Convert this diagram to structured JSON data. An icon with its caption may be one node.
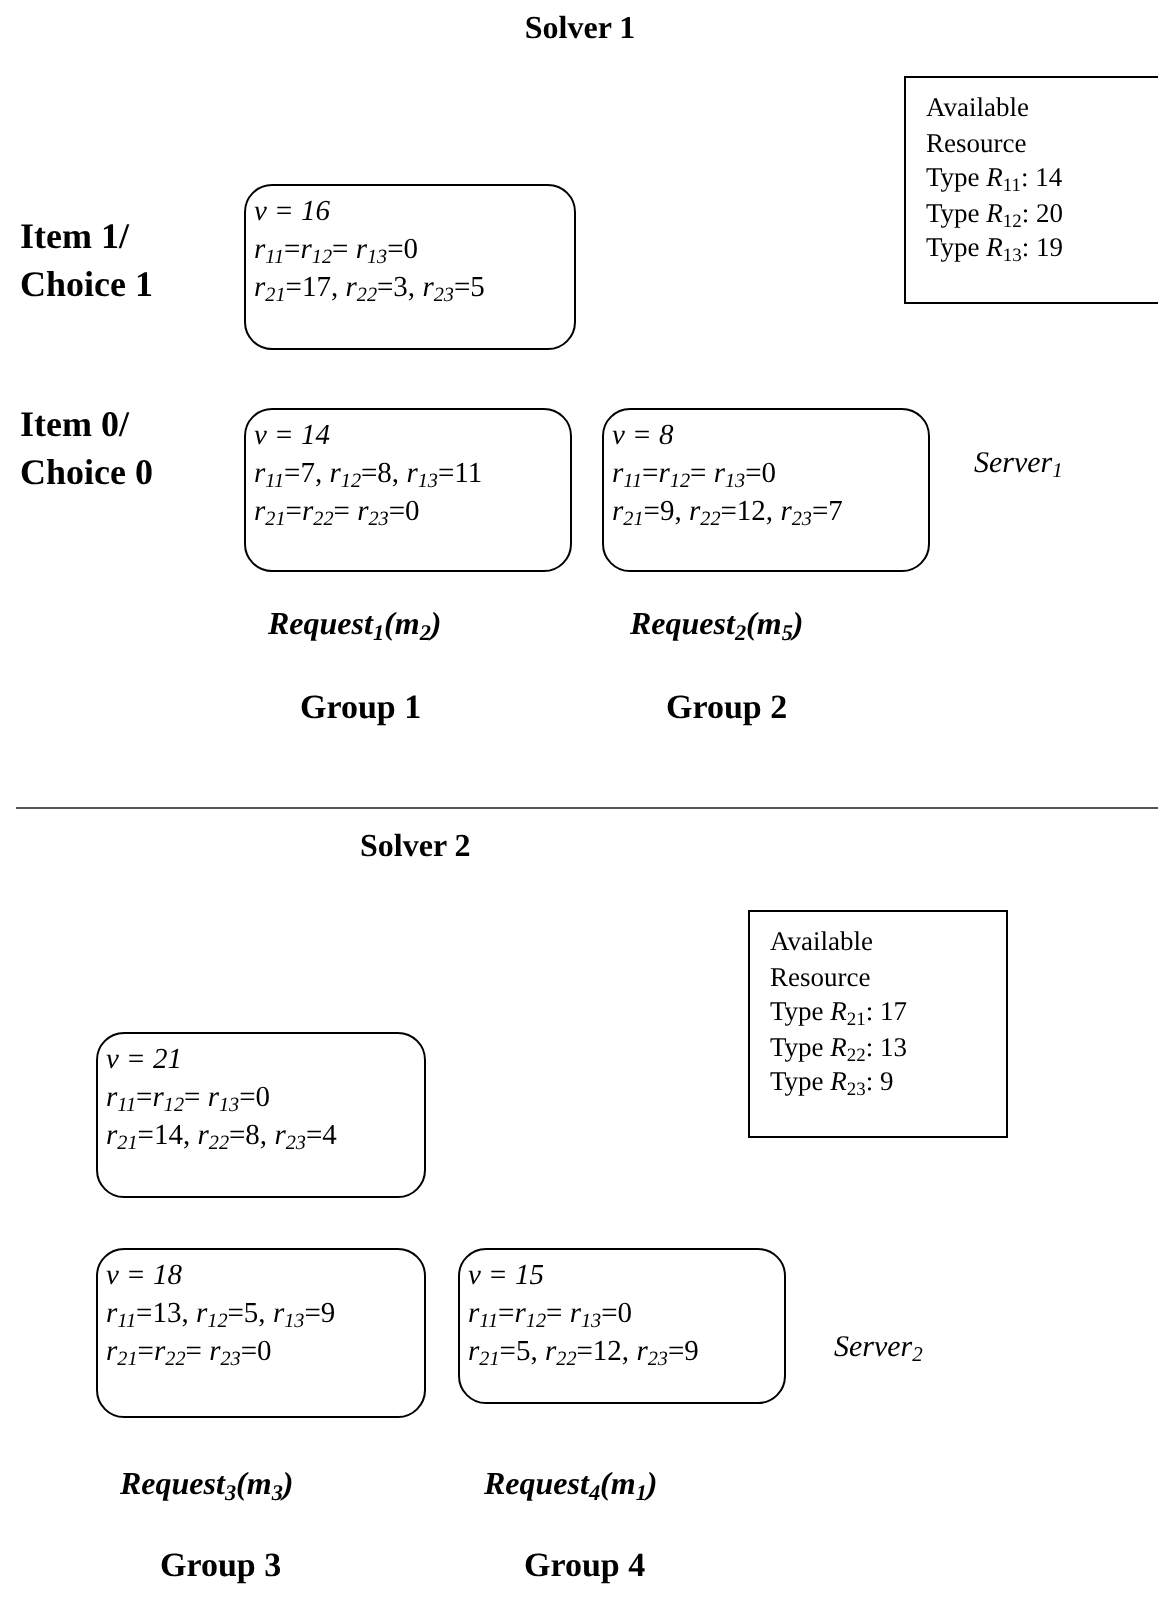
{
  "diagram": {
    "nodes": [
      {
        "text": [
          "Available Resource",
          "Type *R*$_{11}$: 14",
          "Type *R*$_{12}$: 20",
          "Type *R*$_{13}$: 19"
        ]
      },
      {
        "text": [
          "v = 16",
          "*r*$_{11}$=*r*$_{12}$= *r*$_{13}$=0",
          "*r*$_{21}$=17, *r*$_{22}$=3, *r*$_{23}$=5"
        ]
      },
      {
        "text": [
          "v = 14",
          "*r*$_{11}$=7, *r*$_{12}$=8, *r*$_{13}$=11",
          "*r*$_{21}$=*r*$_{22}$= *r*$_{23}$=0"
        ]
      },
      {
        "text": [
          "v = 8",
          "*r*$_{11}$=*r*$_{12}$= *r*$_{13}$=0",
          "*r*$_{21}$=9, *r*$_{22}$=12, *r*$_{23}$=7"
        ]
      },
      {
        "text": [
          "Available Resource",
          "Type *R*$_{21}$: 17",
          "Type *R*$_{22}$: 13",
          "Type *R*$_{23}$: 9"
        ]
      },
      {
        "text": [
          "v = 21",
          "*r*$_{11}$=*r*$_{12}$= *r*$_{13}$=0",
          "*r*$_{21}$=14, *r*$_{22}$=8, *r*$_{23}$=4"
        ]
      },
      {
        "text": [
          "v = 18",
          "*r*$_{11}$=13, *r*$_{12}$=5, *r*$_{13}$=9",
          "*r*$_{21}$=*r*$_{22}$= *r*$_{23}$=0"
        ]
      },
      {
        "text": [
          "v = 15",
          "*r*$_{11}$=*r*$_{12}$= *r*$_{13}$=0",
          "*r*$_{21}$=5, *r*$_{22}$=12, *r*$_{23}$=9"
        ]
      }
    ],
    "labels": [
      "Solver 1",
      "Item 1/ Choice 1",
      "Item 0/ Choice 0",
      "Server$_{1}$",
      "Request$_{1}$(m$_{2}$)",
      "Request$_{2}$(m$_{5}$)",
      "Group 1",
      "Group 2",
      "Solver 2",
      "Server$_{2}$",
      "Request$_{3}$(m$_{3}$)",
      "Request$_{4}$(m$_{1}$)",
      "Group 3",
      "Group 4"
    ]
  }
}
